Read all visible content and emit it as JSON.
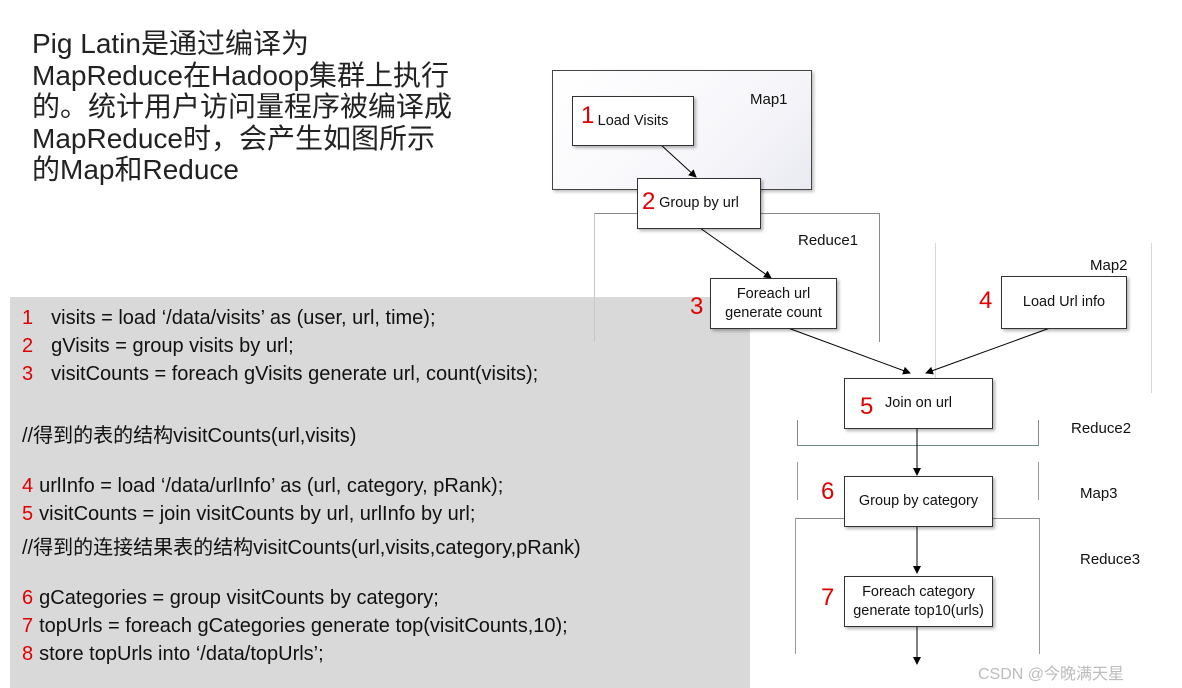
{
  "title_lines": [
    "Pig Latin是通过编译为",
    "MapReduce在Hadoop集群上执行",
    "的。统计用户访问量程序被编译成",
    "MapReduce时，会产生如图所示",
    "的Map和Reduce"
  ],
  "code": [
    {
      "num": "1",
      "text": "visits             = load ‘/data/visits’ as (user, url, time);"
    },
    {
      "num": "2",
      "text": "gVisits          = group visits by url;"
    },
    {
      "num": "3",
      "text": "visitCounts  = foreach gVisits generate url, count(visits);"
    },
    {
      "num": "",
      "text": "//得到的表的结构visitCounts(url,visits)"
    },
    {
      "num": "4",
      "text": "urlInfo          = load ‘/data/urlInfo’ as (url, category, pRank);"
    },
    {
      "num": "5",
      "text": "visitCounts  = join visitCounts by url, urlInfo by url;"
    },
    {
      "num": "",
      "text": "//得到的连接结果表的结构visitCounts(url,visits,category,pRank)"
    },
    {
      "num": "6",
      "text": "gCategories = group visitCounts by category;"
    },
    {
      "num": "7",
      "text": "topUrls = foreach gCategories generate top(visitCounts,10);"
    },
    {
      "num": "8",
      "text": "store topUrls into ‘/data/topUrls’;"
    }
  ],
  "diagram": {
    "stages": {
      "map1": "Map1",
      "reduce1": "Reduce1",
      "map2": "Map2",
      "reduce2": "Reduce2",
      "map3": "Map3",
      "reduce3": "Reduce3"
    },
    "nodes": [
      {
        "step": "1",
        "lines": [
          "Load Visits"
        ]
      },
      {
        "step": "2",
        "lines": [
          "Group by url"
        ]
      },
      {
        "step": "3",
        "lines": [
          "Foreach url",
          "generate count"
        ]
      },
      {
        "step": "4",
        "lines": [
          "Load Url info"
        ]
      },
      {
        "step": "5",
        "lines": [
          "Join on url"
        ]
      },
      {
        "step": "6",
        "lines": [
          "Group by category"
        ]
      },
      {
        "step": "7",
        "lines": [
          "Foreach category",
          "generate top10(urls)"
        ]
      }
    ]
  },
  "watermark": "CSDN @今晚满天星",
  "colors": {
    "step_number": "#e00000",
    "code_panel": "#d9d9d9",
    "map1_background": "#f3f3f8"
  }
}
